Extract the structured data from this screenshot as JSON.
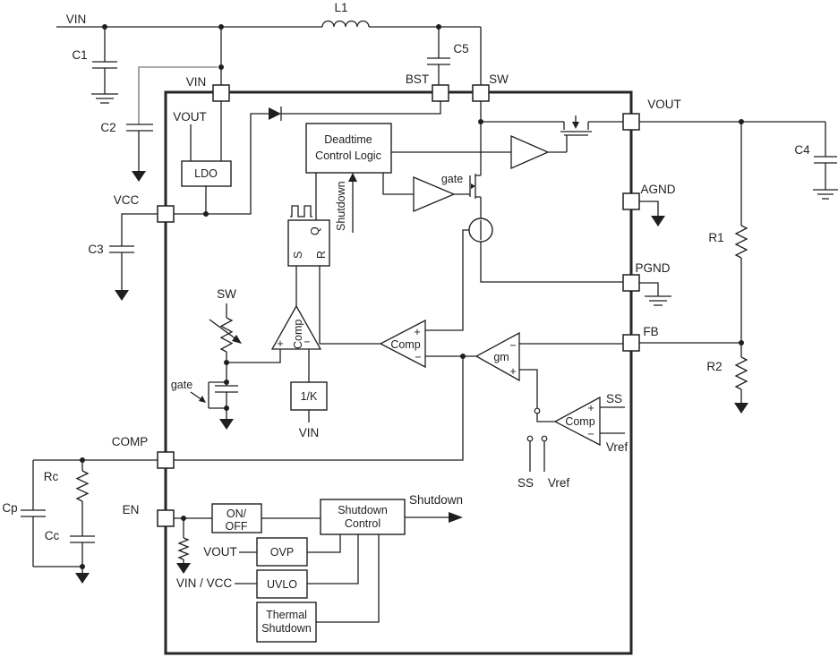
{
  "diagram": {
    "kind": "DC-DC step-down converter functional block diagram"
  },
  "labels": {
    "vin_rail": "VIN",
    "l1": "L1",
    "c1": "C1",
    "c2": "C2",
    "c3": "C3",
    "c4": "C4",
    "c5": "C5",
    "r1": "R1",
    "r2": "R2",
    "rc": "Rc",
    "cc": "Cc",
    "cp": "Cp"
  },
  "pins": {
    "vin": "VIN",
    "bst": "BST",
    "sw": "SW",
    "vcc": "VCC",
    "comp": "COMP",
    "en": "EN",
    "vout": "VOUT",
    "agnd": "AGND",
    "pgnd": "PGND",
    "fb": "FB"
  },
  "blocks": {
    "ldo": "LDO",
    "deadtime1": "Deadtime",
    "deadtime2": "Control Logic",
    "latch_s": "S",
    "latch_r": "R",
    "latch_q": "Q",
    "inv_k": "1/K",
    "onoff1": "ON/",
    "onoff2": "OFF",
    "sdctrl1": "Shutdown",
    "sdctrl2": "Control",
    "ovp": "OVP",
    "uvlo": "UVLO",
    "thermal1": "Thermal",
    "thermal2": "Shutdown"
  },
  "amps": {
    "pwm": "Comp",
    "current": "Comp",
    "error": "gm",
    "ss": "Comp",
    "plus": "+",
    "minus": "−"
  },
  "signals": {
    "shutdown_in": "Shutdown",
    "shutdown_out": "Shutdown",
    "gate_low": "gate",
    "gate_ramp": "gate",
    "sw_ramp": "SW",
    "vin_ref": "VIN",
    "ldo_in": "VOUT",
    "ovp_in": "VOUT",
    "uvlo_in": "VIN / VCC",
    "ss_switch": "SS",
    "vref_switch": "Vref",
    "ss_stub": "SS",
    "vref_stub": "Vref"
  }
}
